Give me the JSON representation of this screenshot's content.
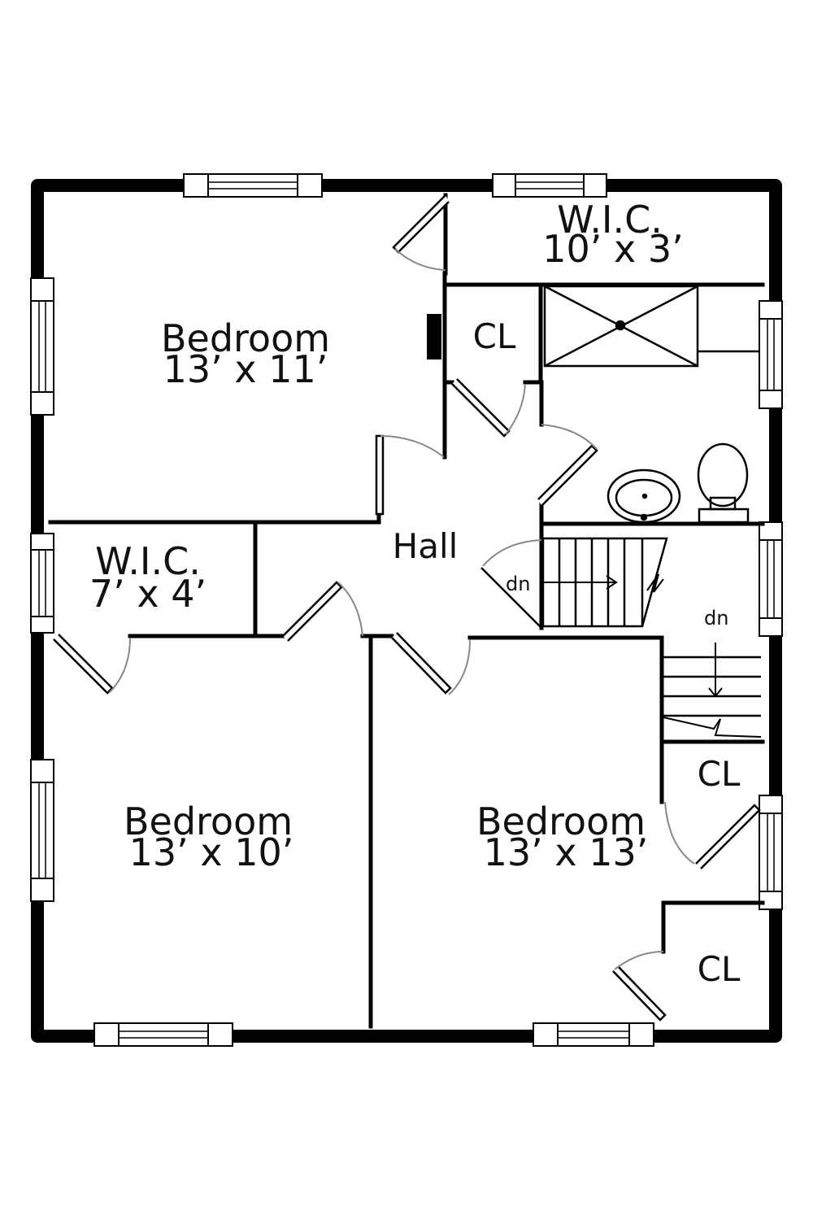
{
  "rooms": {
    "bedroom_nw": {
      "name": "Bedroom",
      "size": "13’ x 11’"
    },
    "wic_top": {
      "name": "W.I.C.",
      "size": "10’ x 3’"
    },
    "closet_top": {
      "name": "CL"
    },
    "hall": {
      "name": "Hall"
    },
    "wic_left": {
      "name": "W.I.C.",
      "size": "7’ x 4’"
    },
    "bedroom_sw": {
      "name": "Bedroom",
      "size": "13’ x 10’"
    },
    "bedroom_se": {
      "name": "Bedroom",
      "size": "13’ x 13’"
    },
    "closet_right": {
      "name": "CL"
    },
    "closet_bottom": {
      "name": "CL"
    }
  },
  "stairs": {
    "upper_label": "dn",
    "lower_label": "dn"
  }
}
